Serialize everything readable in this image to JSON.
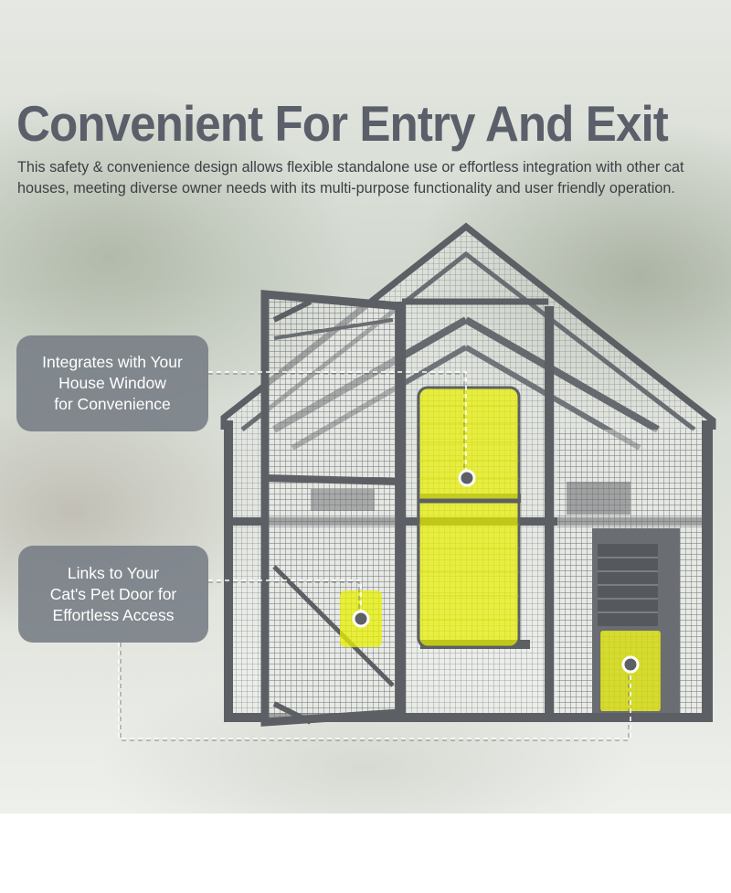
{
  "headline": "Convenient For Entry And Exit",
  "description": "This safety & convenience design allows flexible standalone use or effortless integration with other cat houses, meeting diverse owner needs with its multi-purpose functionality and user friendly operation.",
  "callouts": [
    {
      "lines": [
        "Integrates with Your",
        "House Window",
        "for Convenience"
      ]
    },
    {
      "lines": [
        "Links to Your",
        "Cat's Pet Door for",
        "Effortless Access"
      ]
    }
  ],
  "colors": {
    "frame": "#5c5f63",
    "highlight": "#e8f000",
    "callout_bg": "#787e86",
    "headline": "#5a5f6a"
  }
}
